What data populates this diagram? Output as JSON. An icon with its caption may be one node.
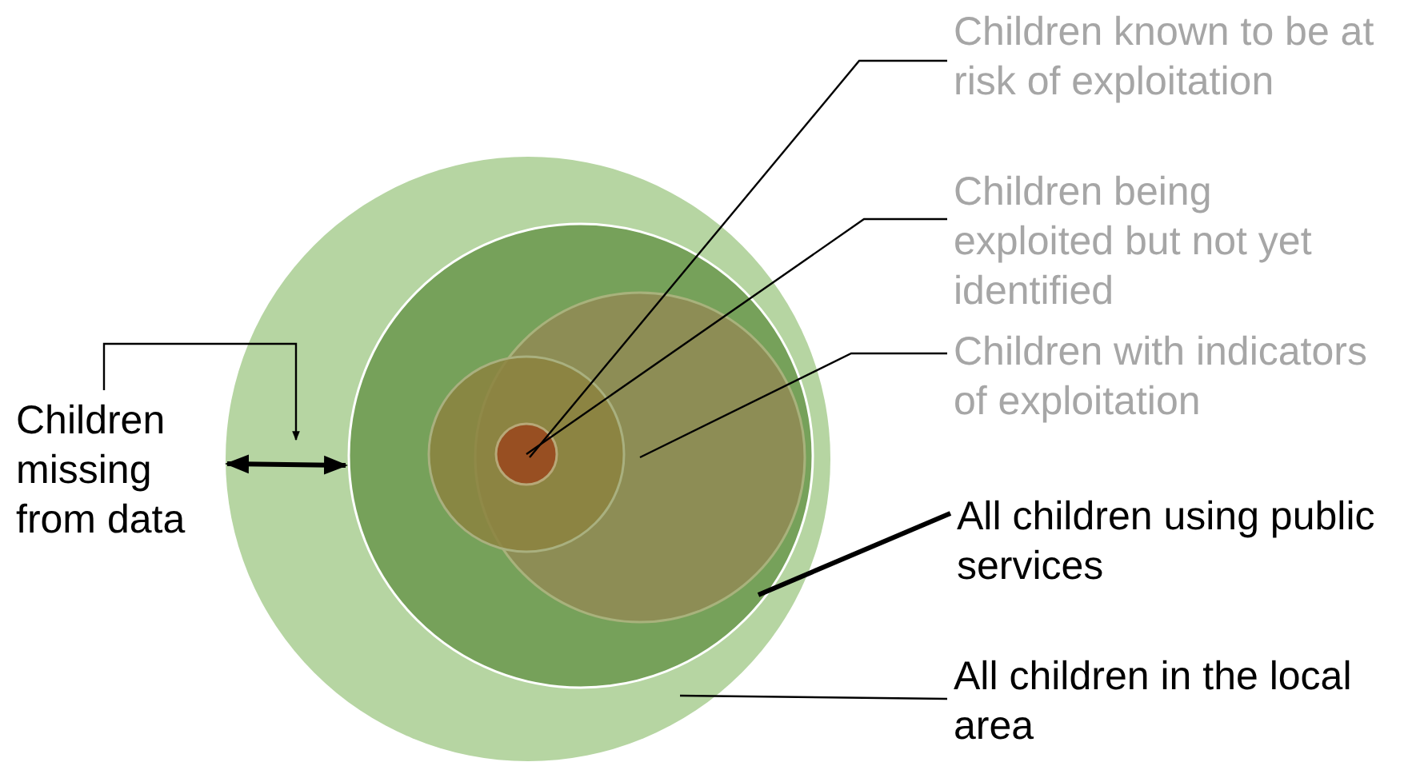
{
  "diagram": {
    "nodes": [
      {
        "text": [],
        "shape": "circle"
      },
      {
        "text": [],
        "shape": "circle",
        "in": 0
      },
      {
        "text": [],
        "shape": "circle",
        "in": 1
      },
      {
        "text": [],
        "shape": "circle",
        "in": 1
      },
      {
        "text": [],
        "shape": "circle"
      },
      {
        "text": [
          "Children known to be at risk of exploitation"
        ]
      },
      {
        "text": [
          "Children being exploited but not yet identified"
        ]
      },
      {
        "text": [
          "Children with indicators of exploitation"
        ]
      },
      {
        "text": [
          "All children using public services"
        ]
      },
      {
        "text": [
          "All children in the local area"
        ]
      },
      {
        "text": [
          "Children missing from data"
        ]
      }
    ],
    "edges": [
      {
        "from": 5,
        "to": 4,
        "arrow": "none"
      },
      {
        "from": 6,
        "to": 3,
        "arrow": "none"
      },
      {
        "from": 7,
        "to": 2,
        "arrow": "none"
      },
      {
        "from": 8,
        "to": 1,
        "arrow": "none",
        "style": "thick"
      },
      {
        "from": 9,
        "to": 0,
        "arrow": "none"
      },
      {
        "from": 10,
        "to": null,
        "arrow": "to"
      },
      {
        "from": 0,
        "to": 1,
        "arrow": "both",
        "style": "thick"
      }
    ]
  }
}
